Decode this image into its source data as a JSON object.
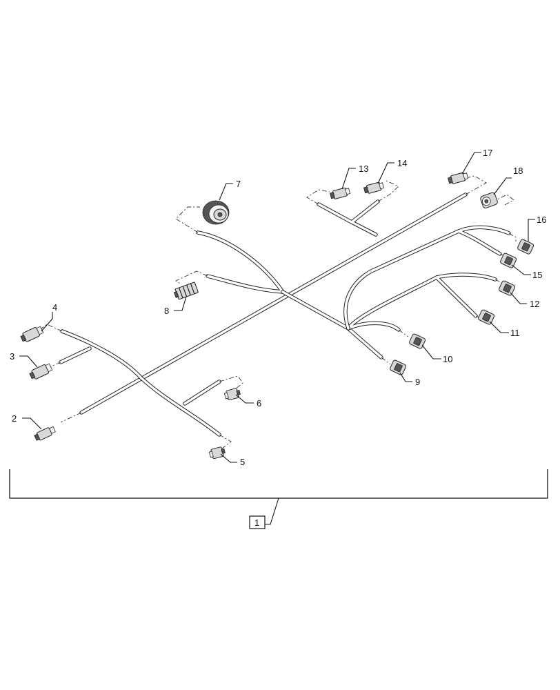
{
  "assembly": {
    "label": "1"
  },
  "callouts": [
    {
      "id": "c2",
      "label": "2"
    },
    {
      "id": "c3",
      "label": "3"
    },
    {
      "id": "c4",
      "label": "4"
    },
    {
      "id": "c5",
      "label": "5"
    },
    {
      "id": "c6",
      "label": "6"
    },
    {
      "id": "c7",
      "label": "7"
    },
    {
      "id": "c8",
      "label": "8"
    },
    {
      "id": "c9",
      "label": "9"
    },
    {
      "id": "c10",
      "label": "10"
    },
    {
      "id": "c11",
      "label": "11"
    },
    {
      "id": "c12",
      "label": "12"
    },
    {
      "id": "c13",
      "label": "13"
    },
    {
      "id": "c14",
      "label": "14"
    },
    {
      "id": "c15",
      "label": "15"
    },
    {
      "id": "c16",
      "label": "16"
    },
    {
      "id": "c17",
      "label": "17"
    },
    {
      "id": "c18",
      "label": "18"
    }
  ],
  "colors": {
    "line": "#222222",
    "background": "#ffffff"
  }
}
